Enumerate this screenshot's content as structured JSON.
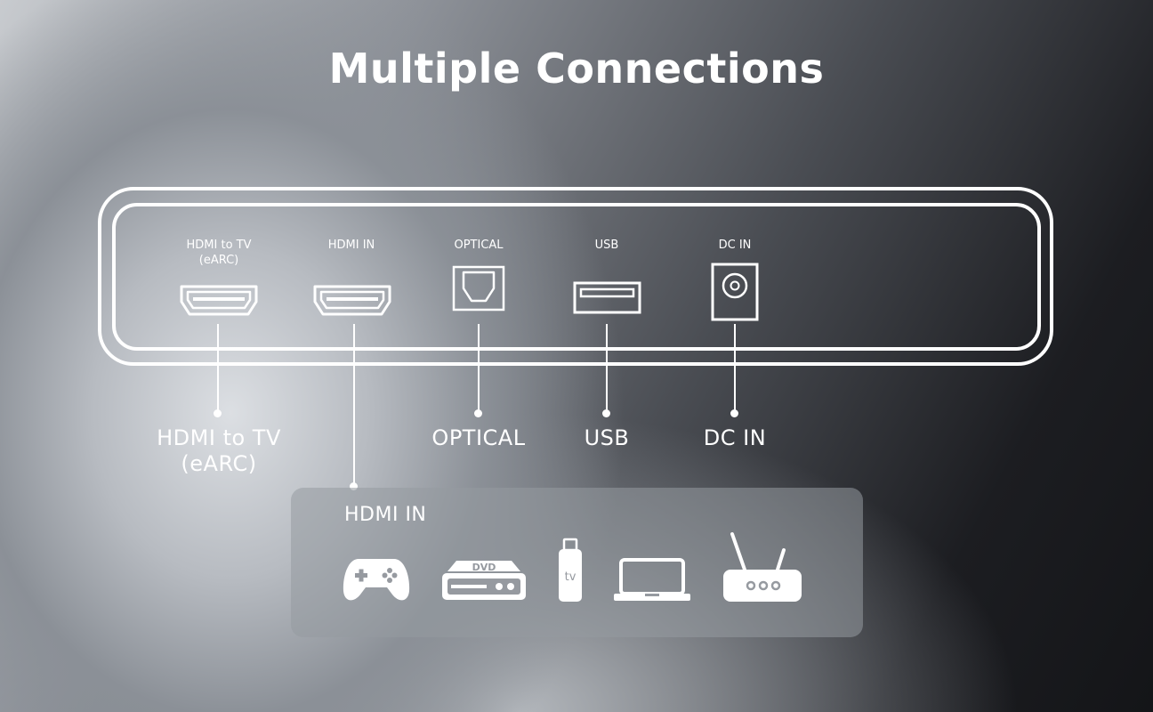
{
  "title": "Multiple Connections",
  "ports": [
    {
      "id": "hdmi-earc",
      "label": "HDMI to TV\n(eARC)",
      "callout": "HDMI to TV\n(eARC)",
      "icon": "hdmi-port-icon"
    },
    {
      "id": "hdmi-in",
      "label": "HDMI IN",
      "icon": "hdmi-port-icon"
    },
    {
      "id": "optical",
      "label": "OPTICAL",
      "callout": "OPTICAL",
      "icon": "optical-port-icon"
    },
    {
      "id": "usb",
      "label": "USB",
      "callout": "USB",
      "icon": "usb-port-icon"
    },
    {
      "id": "dc-in",
      "label": "DC IN",
      "callout": "DC IN",
      "icon": "dc-in-port-icon"
    }
  ],
  "hdmi_panel": {
    "title": "HDMI IN",
    "devices": [
      {
        "icon": "game-controller-icon"
      },
      {
        "icon": "dvd-player-icon",
        "text": "DVD"
      },
      {
        "icon": "tv-stick-icon",
        "text": "tv"
      },
      {
        "icon": "laptop-icon"
      },
      {
        "icon": "router-icon"
      }
    ]
  },
  "colors": {
    "foreground": "#ffffff",
    "panel": "#969aa0"
  }
}
